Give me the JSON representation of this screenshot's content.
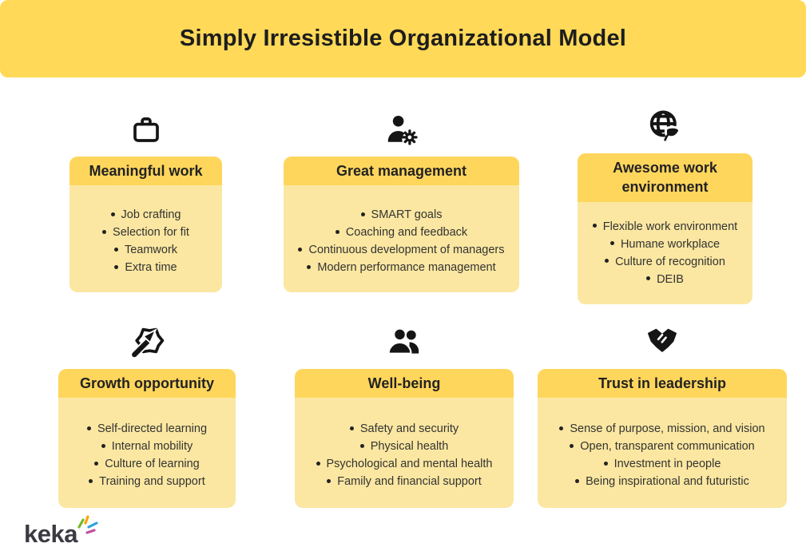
{
  "banner": {
    "title": "Simply Irresistible Organizational Model"
  },
  "cards": [
    {
      "icon": "briefcase-icon",
      "title": "Meaningful work",
      "items": [
        "Job crafting",
        "Selection for fit",
        "Teamwork",
        "Extra time"
      ]
    },
    {
      "icon": "user-gear-icon",
      "title": "Great management",
      "items": [
        "SMART goals",
        "Coaching and feedback",
        "Continuous development of managers",
        "Modern performance management"
      ]
    },
    {
      "icon": "globe-leaf-icon",
      "title": "Awesome work environment",
      "items": [
        "Flexible work environment",
        "Humane workplace",
        "Culture of recognition",
        "DEIB"
      ]
    },
    {
      "icon": "growth-arrow-icon",
      "title": "Growth opportunity",
      "items": [
        "Self-directed learning",
        "Internal mobility",
        "Culture of learning",
        "Training and support"
      ]
    },
    {
      "icon": "people-icon",
      "title": "Well-being",
      "items": [
        "Safety and security",
        "Physical health",
        "Psychological and mental health",
        "Family and financial support"
      ]
    },
    {
      "icon": "handshake-icon",
      "title": "Trust in leadership",
      "items": [
        "Sense of purpose, mission, and vision",
        "Open, transparent communication",
        "Investment in people",
        "Being inspirational and futuristic"
      ]
    }
  ],
  "footer": {
    "logo_text": "keka"
  },
  "colors": {
    "banner": "#FFD957",
    "card_header": "#FFD65C",
    "card_body": "#FBE7A1",
    "text": "#333333",
    "icon": "#151515",
    "logo_text": "#3B3A43",
    "spark_green": "#76B82A",
    "spark_orange": "#F7A600",
    "spark_blue": "#2FA3DC",
    "spark_pink": "#C44F9E"
  }
}
